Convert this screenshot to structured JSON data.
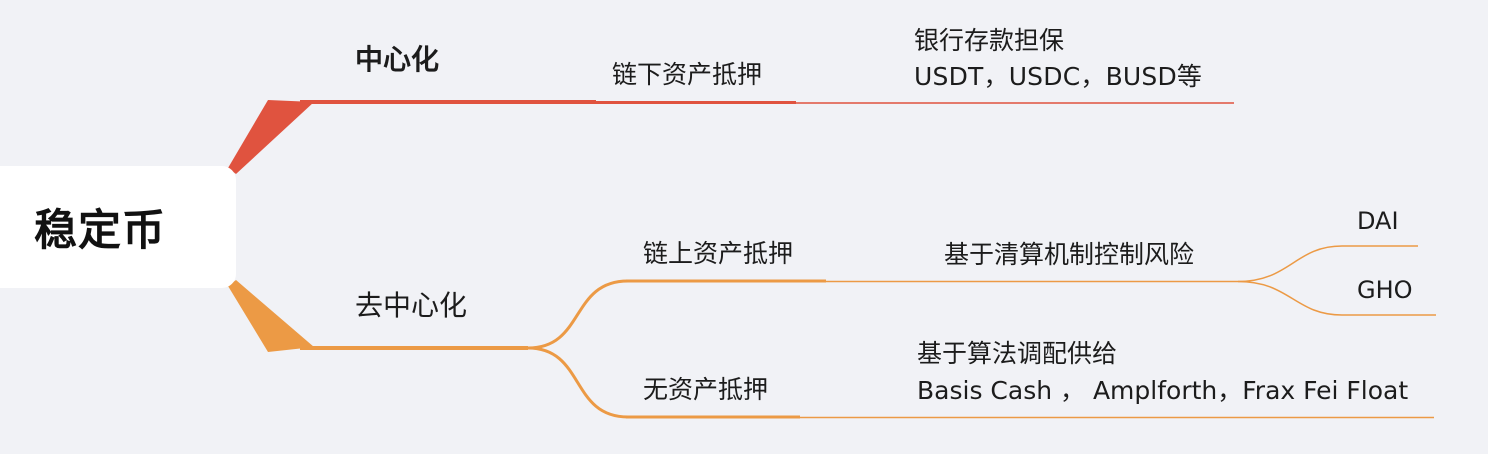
{
  "root": {
    "label": "稳定币"
  },
  "branches": [
    {
      "label": "中心化",
      "color": "#e0533f",
      "children": [
        {
          "label": "链下资产抵押",
          "children": [
            {
              "label_line1": "银行存款担保",
              "label_line2": "USDT，USDC，BUSD等"
            }
          ]
        }
      ]
    },
    {
      "label": "去中心化",
      "color": "#ec9a45",
      "children": [
        {
          "label": "链上资产抵押",
          "children": [
            {
              "label": "基于清算机制控制风险",
              "children": [
                {
                  "label": "DAI"
                },
                {
                  "label": "GHO"
                }
              ]
            }
          ]
        },
        {
          "label": "无资产抵押",
          "children": [
            {
              "label_line1": "基于算法调配供给",
              "label_line2": "Basis Cash ， Amplforth，Frax Fei Float"
            }
          ]
        }
      ]
    }
  ]
}
